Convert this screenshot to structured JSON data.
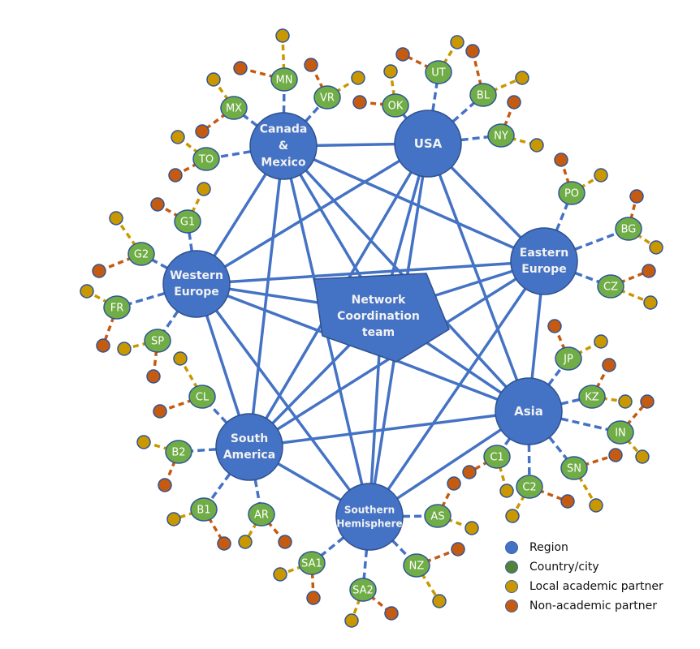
{
  "colors": {
    "region": "#4472c4",
    "region_stroke": "#2f528f",
    "country": "#70ad47",
    "academic": "#c99700",
    "non_academic": "#c55a11",
    "node_stroke": "#2f5597"
  },
  "center": {
    "id": "ncteam",
    "label_lines": [
      "Network",
      "Coordination",
      "team"
    ]
  },
  "regions": [
    {
      "id": "canmex",
      "label_lines": [
        "Canada",
        "&",
        "Mexico"
      ]
    },
    {
      "id": "usa",
      "label_lines": [
        "USA"
      ]
    },
    {
      "id": "easteur",
      "label_lines": [
        "Eastern",
        "Europe"
      ]
    },
    {
      "id": "asia",
      "label_lines": [
        "Asia"
      ]
    },
    {
      "id": "southhem",
      "label_lines": [
        "Southern",
        "Hemisphere"
      ]
    },
    {
      "id": "southam",
      "label_lines": [
        "South",
        "America"
      ]
    },
    {
      "id": "westeur",
      "label_lines": [
        "Western",
        "Europe"
      ]
    }
  ],
  "countries": [
    {
      "label": "MN",
      "region": "canmex",
      "partners": [
        "academic",
        "non_academic"
      ]
    },
    {
      "label": "MX",
      "region": "canmex",
      "partners": [
        "academic",
        "non_academic"
      ]
    },
    {
      "label": "VR",
      "region": "canmex",
      "partners": [
        "non_academic",
        "academic"
      ]
    },
    {
      "label": "TO",
      "region": "canmex",
      "partners": [
        "academic",
        "non_academic"
      ]
    },
    {
      "label": "OK",
      "region": "usa",
      "partners": [
        "academic",
        "non_academic"
      ]
    },
    {
      "label": "UT",
      "region": "usa",
      "partners": [
        "non_academic",
        "academic"
      ]
    },
    {
      "label": "BL",
      "region": "usa",
      "partners": [
        "non_academic",
        "academic"
      ]
    },
    {
      "label": "NY",
      "region": "usa",
      "partners": [
        "non_academic",
        "academic"
      ]
    },
    {
      "label": "PO",
      "region": "easteur",
      "partners": [
        "non_academic",
        "academic"
      ]
    },
    {
      "label": "BG",
      "region": "easteur",
      "partners": [
        "non_academic",
        "academic"
      ]
    },
    {
      "label": "CZ",
      "region": "easteur",
      "partners": [
        "non_academic",
        "academic"
      ]
    },
    {
      "label": "JP",
      "region": "asia",
      "partners": [
        "non_academic",
        "academic"
      ]
    },
    {
      "label": "KZ",
      "region": "asia",
      "partners": [
        "non_academic",
        "academic"
      ]
    },
    {
      "label": "IN",
      "region": "asia",
      "partners": [
        "non_academic",
        "academic"
      ]
    },
    {
      "label": "SN",
      "region": "asia",
      "partners": [
        "non_academic",
        "academic"
      ]
    },
    {
      "label": "C1",
      "region": "asia",
      "partners": [
        "non_academic",
        "academic"
      ]
    },
    {
      "label": "C2",
      "region": "asia",
      "partners": [
        "non_academic",
        "academic"
      ]
    },
    {
      "label": "AS",
      "region": "southhem",
      "partners": [
        "non_academic",
        "academic"
      ]
    },
    {
      "label": "NZ",
      "region": "southhem",
      "partners": [
        "non_academic",
        "academic"
      ]
    },
    {
      "label": "SA2",
      "region": "southhem",
      "partners": [
        "academic",
        "non_academic"
      ]
    },
    {
      "label": "SA1",
      "region": "southhem",
      "partners": [
        "academic",
        "non_academic"
      ]
    },
    {
      "label": "AR",
      "region": "southam",
      "partners": [
        "academic",
        "non_academic"
      ]
    },
    {
      "label": "B1",
      "region": "southam",
      "partners": [
        "academic",
        "non_academic"
      ]
    },
    {
      "label": "B2",
      "region": "southam",
      "partners": [
        "academic",
        "non_academic"
      ]
    },
    {
      "label": "CL",
      "region": "southam",
      "partners": [
        "academic",
        "non_academic"
      ]
    },
    {
      "label": "SP",
      "region": "westeur",
      "partners": [
        "academic",
        "non_academic"
      ]
    },
    {
      "label": "FR",
      "region": "westeur",
      "partners": [
        "academic",
        "non_academic"
      ]
    },
    {
      "label": "G2",
      "region": "westeur",
      "partners": [
        "academic",
        "non_academic"
      ]
    },
    {
      "label": "G1",
      "region": "westeur",
      "partners": [
        "academic",
        "non_academic"
      ]
    }
  ],
  "legend": [
    {
      "label": "Region",
      "color": "#4472c4"
    },
    {
      "label": "Country/city",
      "color": "#548235"
    },
    {
      "label": "Local academic partner",
      "color": "#c99700"
    },
    {
      "label": "Non-academic partner",
      "color": "#c55a11"
    }
  ]
}
